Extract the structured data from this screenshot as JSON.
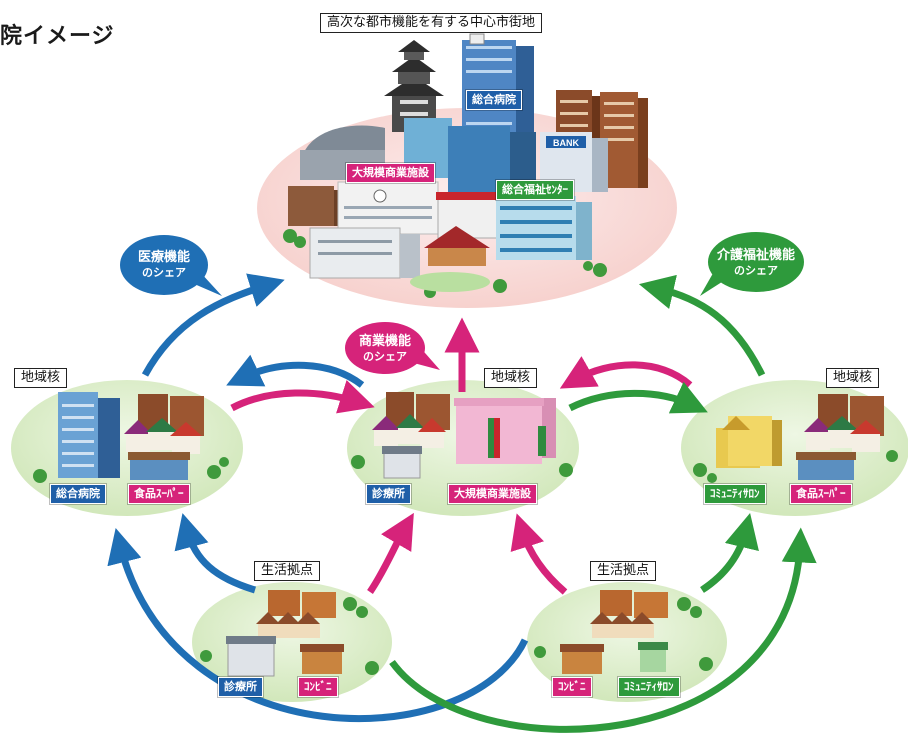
{
  "corner_title": "院イメージ",
  "center": {
    "label": "高次な都市機能を有する中心市街地",
    "tags": [
      {
        "text": "総合病院",
        "color": "blue"
      },
      {
        "text": "大規模商業施設",
        "color": "pink"
      },
      {
        "text": "総合福祉ｾﾝﾀｰ",
        "color": "green"
      }
    ],
    "bank_sign": "BANK"
  },
  "regional_cores": [
    {
      "label": "地域核",
      "tags": [
        {
          "text": "総合病院",
          "color": "blue"
        },
        {
          "text": "食品ｽｰﾊﾟｰ",
          "color": "pink"
        }
      ]
    },
    {
      "label": "地域核",
      "tags": [
        {
          "text": "診療所",
          "color": "blue"
        },
        {
          "text": "大規模商業施設",
          "color": "pink"
        }
      ]
    },
    {
      "label": "地域核",
      "tags": [
        {
          "text": "ｺﾐｭﾆﾃｨｻﾛﾝ",
          "color": "green"
        },
        {
          "text": "食品ｽｰﾊﾟｰ",
          "color": "pink"
        }
      ]
    }
  ],
  "living_bases": [
    {
      "label": "生活拠点",
      "tags": [
        {
          "text": "診療所",
          "color": "blue"
        },
        {
          "text": "ｺﾝﾋﾞﾆ",
          "color": "pink"
        }
      ]
    },
    {
      "label": "生活拠点",
      "tags": [
        {
          "text": "ｺﾝﾋﾞﾆ",
          "color": "pink"
        },
        {
          "text": "ｺﾐｭﾆﾃｨｻﾛﾝ",
          "color": "green"
        }
      ]
    }
  ],
  "sharing_bubbles": [
    {
      "line1": "医療機能",
      "line2": "のシェア",
      "color": "#1f6fb5"
    },
    {
      "line1": "商業機能",
      "line2": "のシェア",
      "color": "#d6237a"
    },
    {
      "line1": "介護福祉機能",
      "line2": "のシェア",
      "color": "#2e9a3c"
    }
  ],
  "colors": {
    "medical": "#1f6fb5",
    "commercial": "#d6237a",
    "welfare": "#2e9a3c",
    "center_ellipse": "#f9d9d6",
    "node_ellipse": "#d9ecc6"
  }
}
